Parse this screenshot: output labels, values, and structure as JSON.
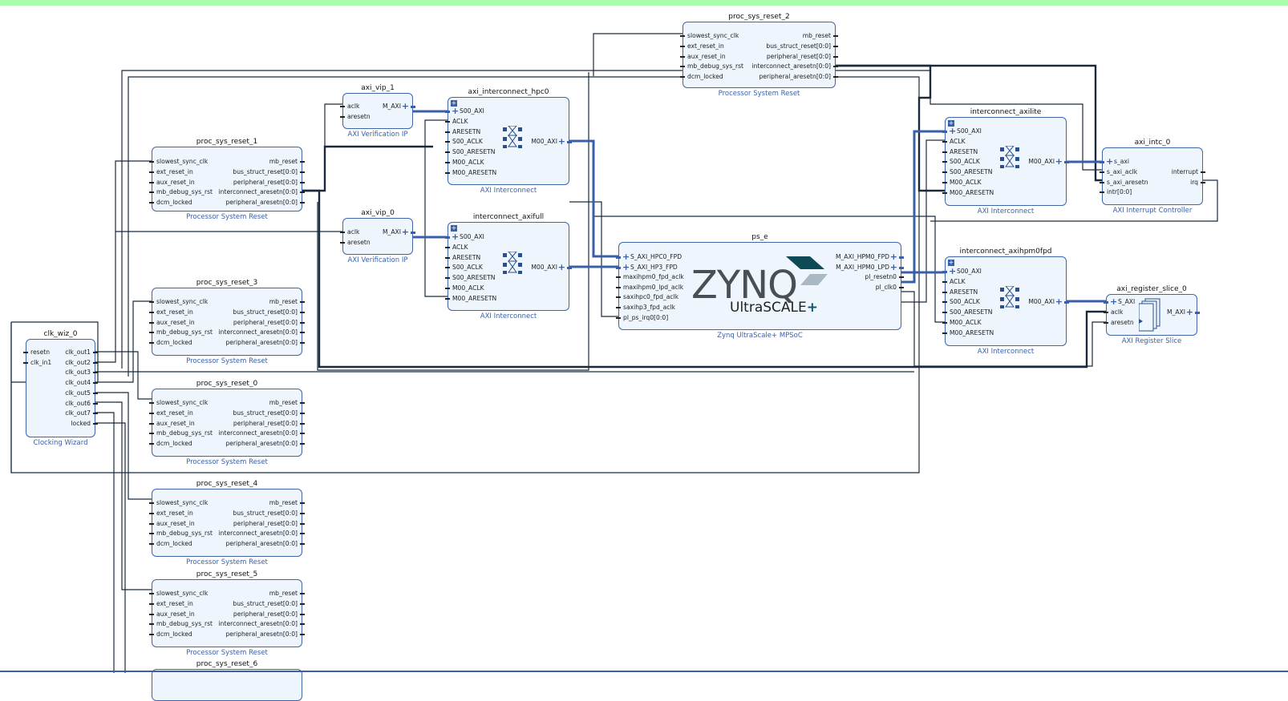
{
  "colors": {
    "wire": "#1b2a3a",
    "bus": "#3a5fa8",
    "block_fill": "#eef5fd",
    "block_border": "#3f66a8",
    "topbar": "#aaffaa"
  },
  "blocks": [
    {
      "id": "proc_sys_reset_2",
      "title": "proc_sys_reset_2",
      "subtitle": "Processor System Reset",
      "type": "reset",
      "left": [
        "slowest_sync_clk",
        "ext_reset_in",
        "aux_reset_in",
        "mb_debug_sys_rst",
        "dcm_locked"
      ],
      "right": [
        "mb_reset",
        "bus_struct_reset[0:0]",
        "peripheral_reset[0:0]",
        "interconnect_aresetn[0:0]",
        "peripheral_aresetn[0:0]"
      ]
    },
    {
      "id": "axi_vip_1",
      "title": "axi_vip_1",
      "subtitle": "AXI Verification IP",
      "type": "vip",
      "left": [
        "aclk",
        "aresetn"
      ],
      "right": [
        "M_AXI"
      ]
    },
    {
      "id": "axi_interconnect_hpc0",
      "title": "axi_interconnect_hpc0",
      "subtitle": "AXI Interconnect",
      "type": "ic",
      "left": [
        "S00_AXI",
        "ACLK",
        "ARESETN",
        "S00_ACLK",
        "S00_ARESETN",
        "M00_ACLK",
        "M00_ARESETN"
      ],
      "right": [
        "M00_AXI"
      ]
    },
    {
      "id": "proc_sys_reset_1",
      "title": "proc_sys_reset_1",
      "subtitle": "Processor System Reset",
      "type": "reset",
      "left": [
        "slowest_sync_clk",
        "ext_reset_in",
        "aux_reset_in",
        "mb_debug_sys_rst",
        "dcm_locked"
      ],
      "right": [
        "mb_reset",
        "bus_struct_reset[0:0]",
        "peripheral_reset[0:0]",
        "interconnect_aresetn[0:0]",
        "peripheral_aresetn[0:0]"
      ]
    },
    {
      "id": "interconnect_axilite",
      "title": "interconnect_axilite",
      "subtitle": "AXI Interconnect",
      "type": "ic",
      "left": [
        "S00_AXI",
        "ACLK",
        "ARESETN",
        "S00_ACLK",
        "S00_ARESETN",
        "M00_ACLK",
        "M00_ARESETN"
      ],
      "right": [
        "M00_AXI"
      ]
    },
    {
      "id": "axi_intc_0",
      "title": "axi_intc_0",
      "subtitle": "AXI Interrupt Controller",
      "type": "intc",
      "left": [
        "s_axi",
        "s_axi_aclk",
        "s_axi_aresetn",
        "intr[0:0]"
      ],
      "right": [
        "interrupt",
        "irq"
      ]
    },
    {
      "id": "axi_vip_0",
      "title": "axi_vip_0",
      "subtitle": "AXI Verification IP",
      "type": "vip",
      "left": [
        "aclk",
        "aresetn"
      ],
      "right": [
        "M_AXI"
      ]
    },
    {
      "id": "interconnect_axifull",
      "title": "interconnect_axifull",
      "subtitle": "AXI Interconnect",
      "type": "ic",
      "left": [
        "S00_AXI",
        "ACLK",
        "ARESETN",
        "S00_ACLK",
        "S00_ARESETN",
        "M00_ACLK",
        "M00_ARESETN"
      ],
      "right": [
        "M00_AXI"
      ]
    },
    {
      "id": "ps_e",
      "title": "ps_e",
      "subtitle": "Zynq UltraScale+ MPSoC",
      "type": "ps",
      "left": [
        "S_AXI_HPC0_FPD",
        "S_AXI_HP3_FPD",
        "maxihpm0_fpd_aclk",
        "maxihpm0_lpd_aclk",
        "saxihpc0_fpd_aclk",
        "saxihp3_fpd_aclk",
        "pl_ps_irq0[0:0]"
      ],
      "right": [
        "M_AXI_HPM0_FPD",
        "M_AXI_HPM0_LPD",
        "pl_resetn0",
        "pl_clk0"
      ]
    },
    {
      "id": "interconnect_axihpm0fpd",
      "title": "interconnect_axihpm0fpd",
      "subtitle": "AXI Interconnect",
      "type": "ic",
      "left": [
        "S00_AXI",
        "ACLK",
        "ARESETN",
        "S00_ACLK",
        "S00_ARESETN",
        "M00_ACLK",
        "M00_ARESETN"
      ],
      "right": [
        "M00_AXI"
      ]
    },
    {
      "id": "axi_register_slice_0",
      "title": "axi_register_slice_0",
      "subtitle": "AXI Register Slice",
      "type": "slice",
      "left": [
        "S_AXI",
        "aclk",
        "aresetn"
      ],
      "right": [
        "M_AXI"
      ]
    },
    {
      "id": "proc_sys_reset_3",
      "title": "proc_sys_reset_3",
      "subtitle": "Processor System Reset",
      "type": "reset",
      "left": [
        "slowest_sync_clk",
        "ext_reset_in",
        "aux_reset_in",
        "mb_debug_sys_rst",
        "dcm_locked"
      ],
      "right": [
        "mb_reset",
        "bus_struct_reset[0:0]",
        "peripheral_reset[0:0]",
        "interconnect_aresetn[0:0]",
        "peripheral_aresetn[0:0]"
      ]
    },
    {
      "id": "clk_wiz_0",
      "title": "clk_wiz_0",
      "subtitle": "Clocking Wizard",
      "type": "clk",
      "left": [
        "resetn",
        "clk_in1"
      ],
      "right": [
        "clk_out1",
        "clk_out2",
        "clk_out3",
        "clk_out4",
        "clk_out5",
        "clk_out6",
        "clk_out7",
        "locked"
      ]
    },
    {
      "id": "proc_sys_reset_0",
      "title": "proc_sys_reset_0",
      "subtitle": "Processor System Reset",
      "type": "reset",
      "left": [
        "slowest_sync_clk",
        "ext_reset_in",
        "aux_reset_in",
        "mb_debug_sys_rst",
        "dcm_locked"
      ],
      "right": [
        "mb_reset",
        "bus_struct_reset[0:0]",
        "peripheral_reset[0:0]",
        "interconnect_aresetn[0:0]",
        "peripheral_aresetn[0:0]"
      ]
    },
    {
      "id": "proc_sys_reset_4",
      "title": "proc_sys_reset_4",
      "subtitle": "Processor System Reset",
      "type": "reset",
      "left": [
        "slowest_sync_clk",
        "ext_reset_in",
        "aux_reset_in",
        "mb_debug_sys_rst",
        "dcm_locked"
      ],
      "right": [
        "mb_reset",
        "bus_struct_reset[0:0]",
        "peripheral_reset[0:0]",
        "interconnect_aresetn[0:0]",
        "peripheral_aresetn[0:0]"
      ]
    },
    {
      "id": "proc_sys_reset_5",
      "title": "proc_sys_reset_5",
      "subtitle": "Processor System Reset",
      "type": "reset",
      "left": [
        "slowest_sync_clk",
        "ext_reset_in",
        "aux_reset_in",
        "mb_debug_sys_rst",
        "dcm_locked"
      ],
      "right": [
        "mb_reset",
        "bus_struct_reset[0:0]",
        "peripheral_reset[0:0]",
        "interconnect_aresetn[0:0]",
        "peripheral_aresetn[0:0]"
      ]
    },
    {
      "id": "proc_sys_reset_6",
      "title": "proc_sys_reset_6",
      "subtitle": "",
      "type": "reset",
      "left": [],
      "right": []
    }
  ],
  "zynq_logo": {
    "main": "ZYNQ",
    "sub": "UltraSCALE",
    "plus": "+"
  }
}
